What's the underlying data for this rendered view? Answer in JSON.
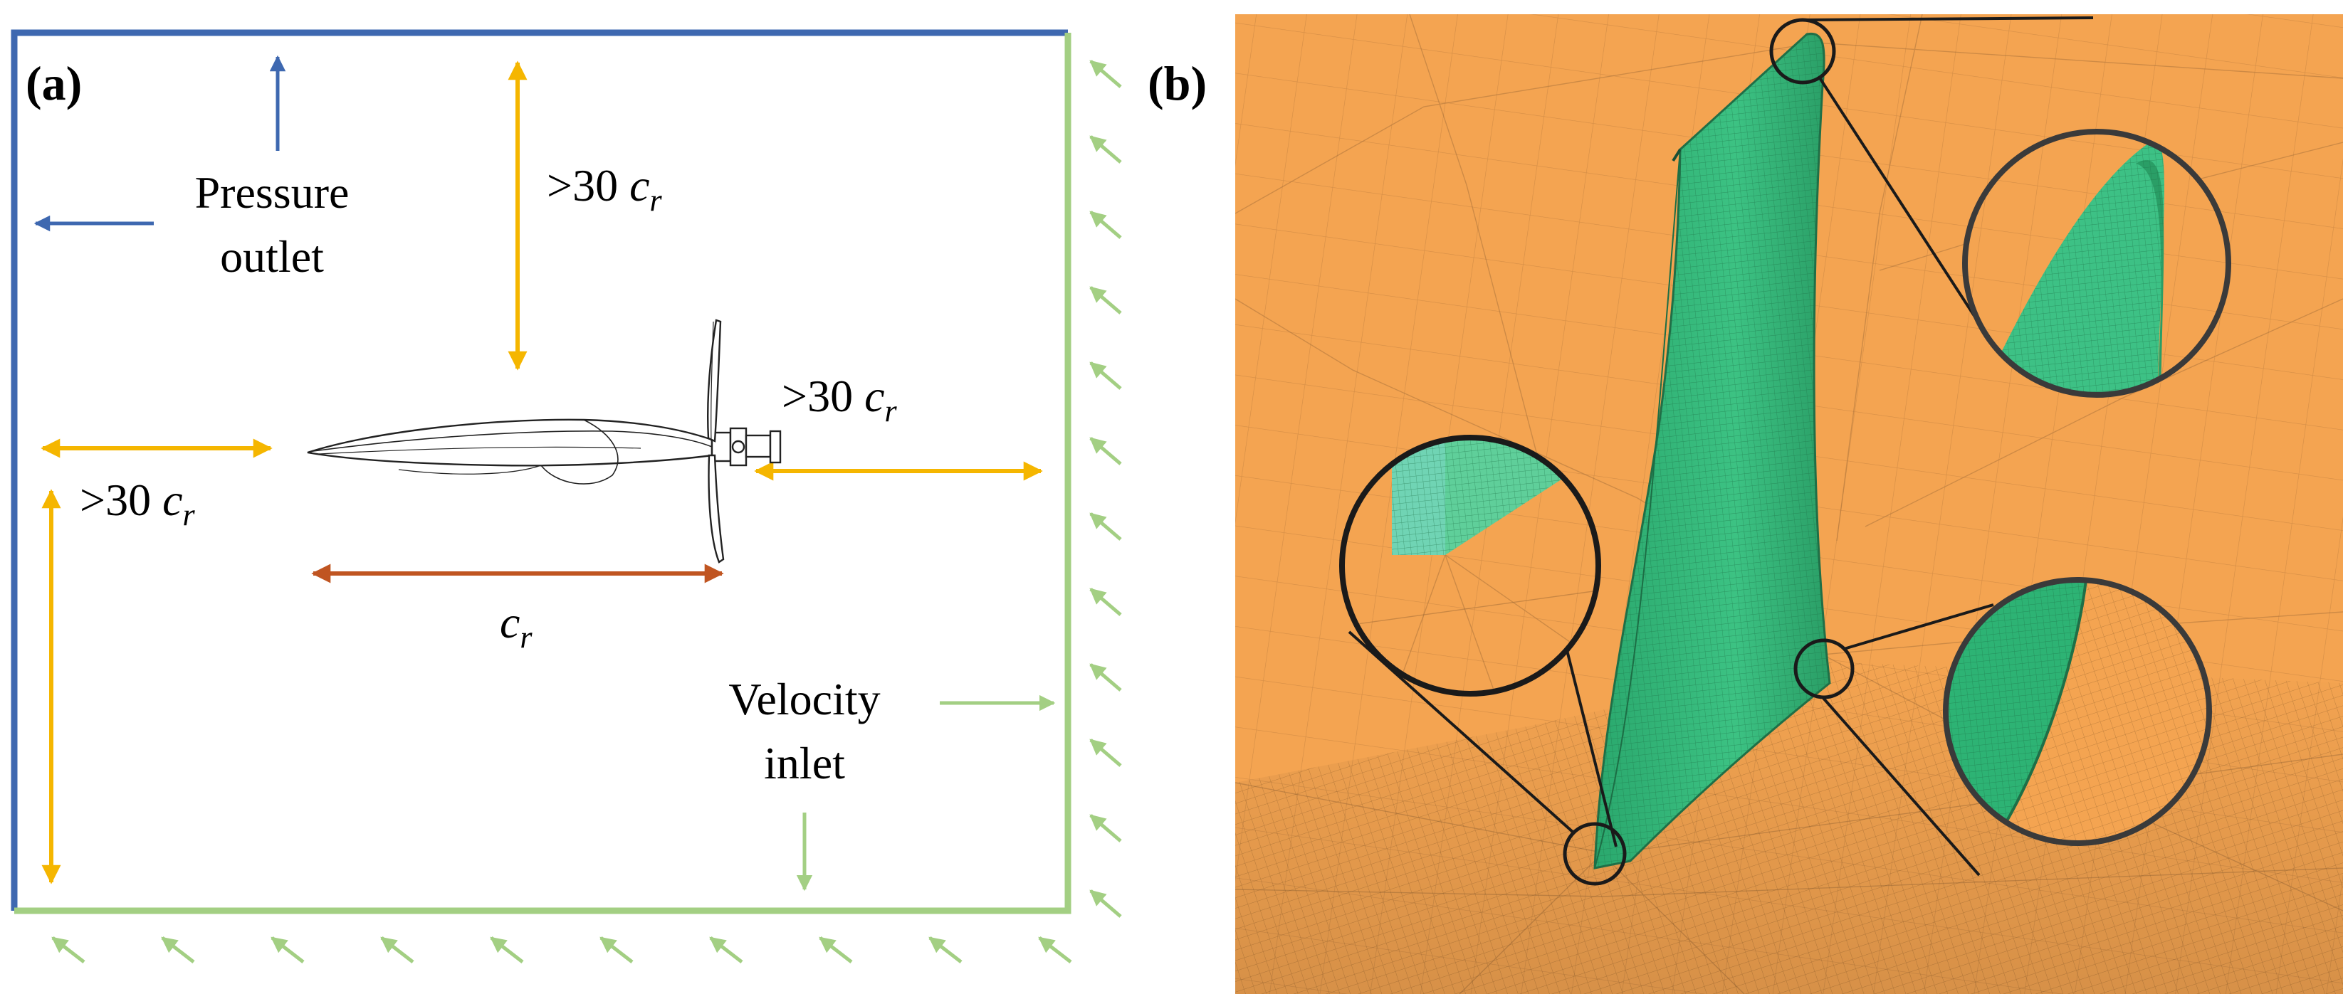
{
  "panel_a": {
    "label": "(a)",
    "pressure_outlet": {
      "line1": "Pressure",
      "line2": "outlet"
    },
    "velocity_inlet": {
      "line1": "Velocity",
      "line2": "inlet"
    },
    "distance_top": {
      "prefix": ">30 ",
      "symbol": "c",
      "subscript": "r"
    },
    "distance_right": {
      "prefix": ">30 ",
      "symbol": "c",
      "subscript": "r"
    },
    "distance_left": {
      "prefix": ">30 ",
      "symbol": "c",
      "subscript": "r"
    },
    "chord": {
      "symbol": "c",
      "subscript": "r"
    }
  },
  "panel_b": {
    "label": "(b)"
  },
  "colors": {
    "outlet_blue": "#3e68b0",
    "inlet_green": "#a3cf83",
    "distance_yellow": "#f5b600",
    "chord_rust": "#c05521",
    "mesh_orange": "#f4a451",
    "wing_green": "#33b97a",
    "magnifier_ring": "#3a3a3a"
  }
}
